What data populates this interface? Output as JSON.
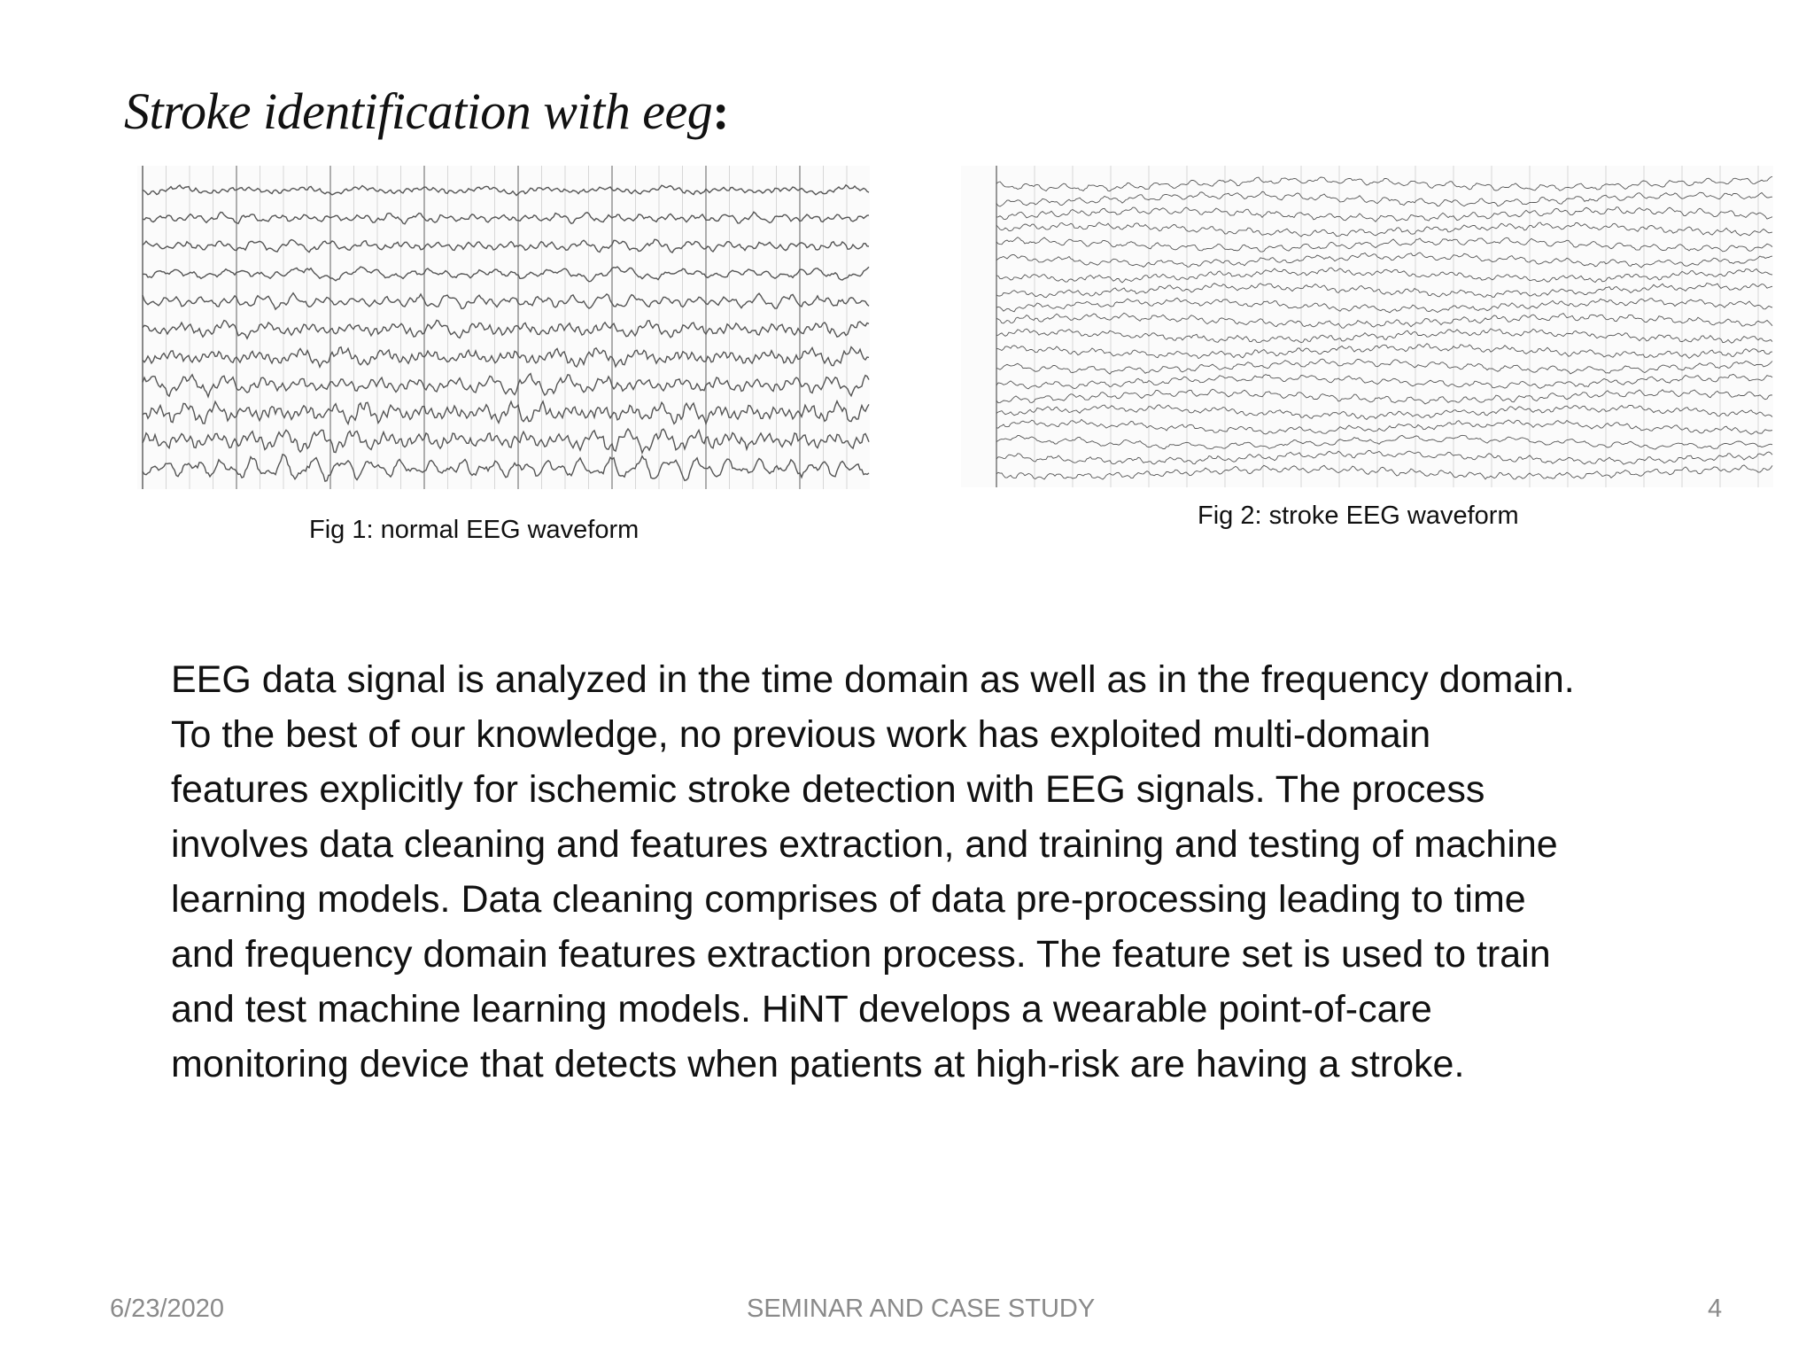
{
  "slide": {
    "title": "Stroke identification with eeg",
    "title_suffix": ":",
    "figures": [
      {
        "caption": "Fig 1: normal EEG waveform",
        "traces": 11,
        "image": "normal-eeg-waveform"
      },
      {
        "caption": "Fig 2: stroke EEG waveform",
        "traces": 20,
        "image": "stroke-eeg-waveform"
      }
    ],
    "body_lines": [
      "EEG data signal is analyzed in the time domain as well as in the frequency domain.",
      "To the best of our knowledge, no previous work has exploited multi-domain",
      "features explicitly for ischemic stroke detection with EEG signals. The process",
      "involves data cleaning and features extraction, and training and testing of machine",
      "learning models. Data cleaning comprises of data pre-processing leading to time",
      "and frequency domain features extraction process. The feature set is used to train",
      "and test machine learning models. HiNT develops a wearable point-of-care",
      "monitoring device that detects when patients at high-risk are having a stroke."
    ]
  },
  "footer": {
    "date": "6/23/2020",
    "center": "SEMINAR AND CASE STUDY",
    "page": "4"
  },
  "colors": {
    "text": "#111111",
    "footer": "#8a8a8a",
    "trace": "#555555",
    "grid": "#cfcfcf"
  }
}
